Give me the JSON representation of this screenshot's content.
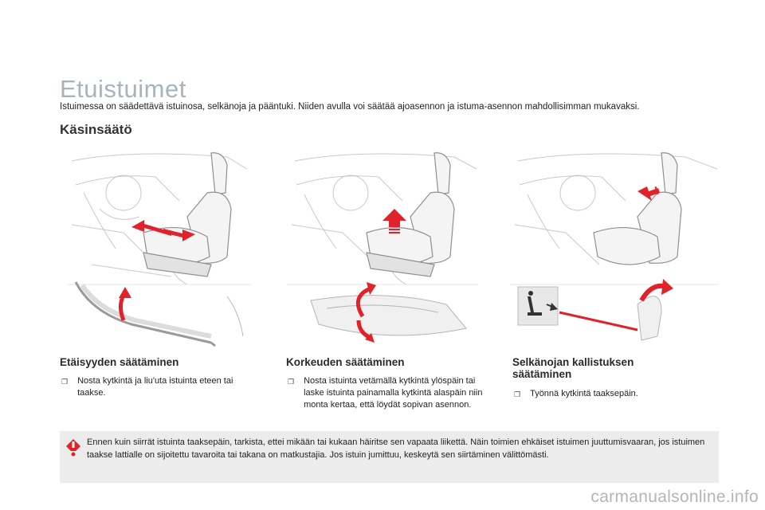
{
  "page": {
    "title": "Etuistuimet",
    "intro": "Istuimessa on säädettävä istuinosa, selkänoja ja pääntuki. Niiden avulla voi säätää ajoasennon ja istuma-asennon mahdollisimman mukavaksi.",
    "section_title": "Käsinsäätö"
  },
  "columns": [
    {
      "heading": "Etäisyyden säätäminen",
      "bullet": "Nosta kytkintä ja liu'uta istuinta eteen tai taakse."
    },
    {
      "heading": "Korkeuden säätäminen",
      "bullet": "Nosta istuinta vetämällä kytkintä ylöspäin tai laske istuinta painamalla kytkintä alaspäin niin monta kertaa, että löydät sopivan asennon."
    },
    {
      "heading": "Selkänojan kallistuksen säätäminen",
      "bullet": "Työnnä kytkintä taaksepäin."
    }
  ],
  "warning": {
    "text": "Ennen kuin siirrät istuinta taaksepäin, tarkista, ettei mikään tai kukaan häiritse sen vapaata liikettä. Näin toimien ehkäiset istuimen juuttumisvaaran, jos istuimen taakse lattialle on sijoitettu tavaroita tai takana on matkustajia. Jos istuin jumittuu, keskeytä sen siirtäminen välittömästi."
  },
  "icons": {
    "bullet": "checkbox-bullet-icon",
    "warning": "exclamation-warning-icon"
  },
  "colors": {
    "title": "#a8b3be",
    "arrow": "#e0222a",
    "warning_bg": "#ececec"
  },
  "footer": {
    "watermark": "carmanualsonline.info"
  }
}
